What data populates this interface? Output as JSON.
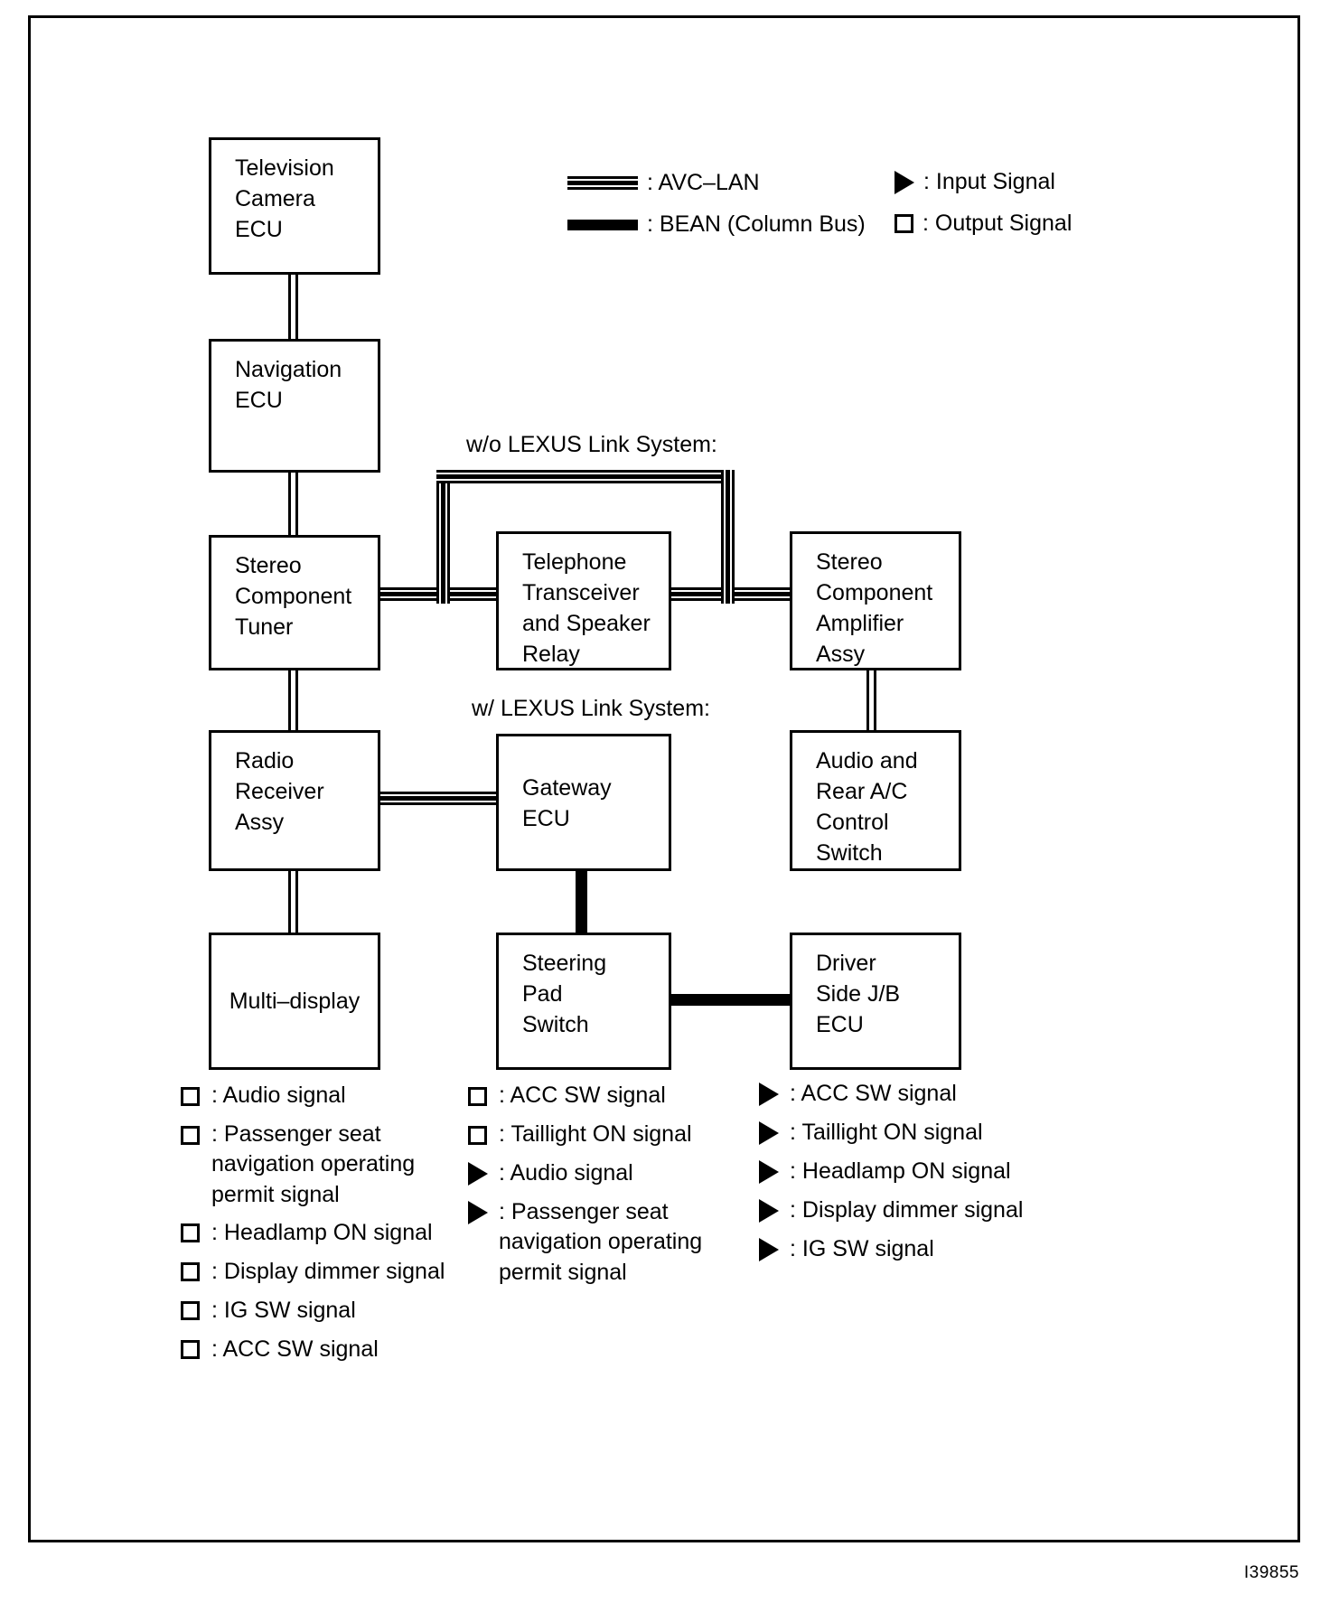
{
  "document": {
    "id": "I39855"
  },
  "legend": {
    "items": [
      {
        "symbol": "avc-lan-line",
        "label": ": AVC–LAN"
      },
      {
        "symbol": "bean-line",
        "label": ": BEAN (Column Bus)"
      },
      {
        "symbol": "filled-triangle",
        "label": ": Input Signal"
      },
      {
        "symbol": "open-square",
        "label": ": Output Signal"
      }
    ]
  },
  "notes": {
    "without_lexus_link": "w/o LEXUS Link System:",
    "with_lexus_link": "w/ LEXUS Link System:"
  },
  "blocks": {
    "television_camera_ecu": "Television\nCamera\nECU",
    "navigation_ecu": "Navigation\nECU",
    "stereo_component_tuner": "Stereo\nComponent\nTuner",
    "telephone_transceiver": "Telephone\nTransceiver\nand Speaker\nRelay",
    "stereo_component_amplifier": "Stereo\nComponent\nAmplifier\nAssy",
    "radio_receiver_assy": "Radio\nReceiver\nAssy",
    "gateway_ecu": "Gateway\nECU",
    "audio_rear_ac_switch": "Audio and\nRear A/C\nControl\nSwitch",
    "multi_display": "Multi–display",
    "steering_pad_switch": "Steering\nPad\nSwitch",
    "driver_side_jb_ecu": "Driver\nSide J/B\nECU"
  },
  "signal_lists": {
    "left": [
      {
        "symbol": "open-square",
        "label": ": Audio signal"
      },
      {
        "symbol": "open-square",
        "label": ": Passenger seat\nnavigation operating\npermit signal"
      },
      {
        "symbol": "open-square",
        "label": ": Headlamp ON signal"
      },
      {
        "symbol": "open-square",
        "label": ": Display dimmer signal"
      },
      {
        "symbol": "open-square",
        "label": ": IG SW signal"
      },
      {
        "symbol": "open-square",
        "label": ": ACC SW signal"
      }
    ],
    "middle": [
      {
        "symbol": "open-square",
        "label": ": ACC SW signal"
      },
      {
        "symbol": "open-square",
        "label": ": Taillight ON signal"
      },
      {
        "symbol": "filled-triangle",
        "label": ": Audio signal"
      },
      {
        "symbol": "filled-triangle",
        "label": ": Passenger seat\nnavigation operating\npermit signal"
      }
    ],
    "right": [
      {
        "symbol": "filled-triangle",
        "label": ": ACC SW signal"
      },
      {
        "symbol": "filled-triangle",
        "label": ": Taillight ON signal"
      },
      {
        "symbol": "filled-triangle",
        "label": ": Headlamp ON signal"
      },
      {
        "symbol": "filled-triangle",
        "label": ": Display dimmer signal"
      },
      {
        "symbol": "filled-triangle",
        "label": ": IG SW signal"
      }
    ]
  }
}
